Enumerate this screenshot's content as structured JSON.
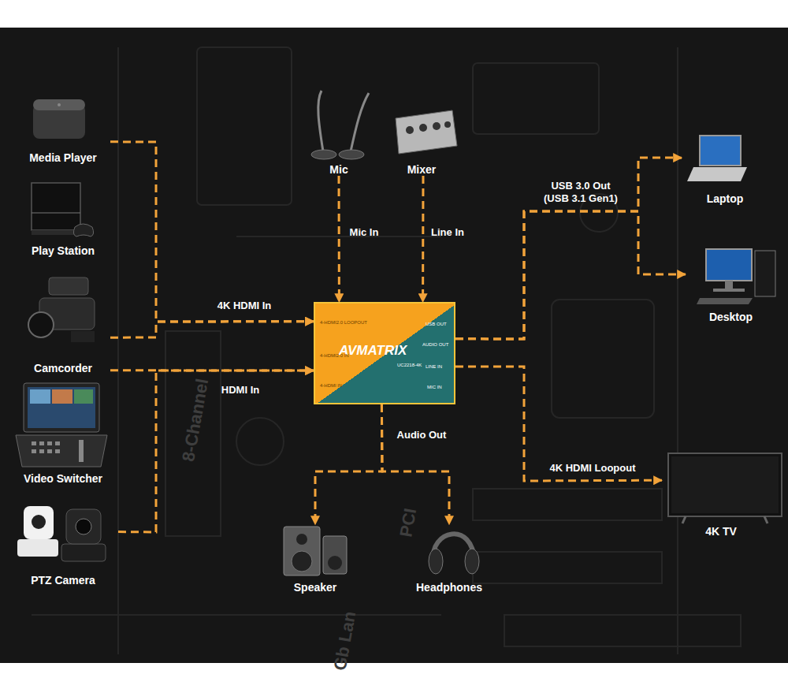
{
  "diagram": {
    "nodes": [
      {
        "text": [
          "Media Player"
        ]
      },
      {
        "text": [
          "Play Station"
        ]
      },
      {
        "text": [
          "Camcorder"
        ]
      },
      {
        "text": [
          "Video Switcher"
        ]
      },
      {
        "text": [
          "PTZ Camera"
        ]
      },
      {
        "text": [
          "Mic"
        ]
      },
      {
        "text": [
          "Mixer"
        ]
      },
      {
        "text": [
          "AVMATRIX",
          "UC2218-4K",
          "4-HDMI2.0 LOOPOUT",
          "4-HDMI2.0 IN",
          "4-HDMI IN",
          "USB OUT",
          "AUDIO OUT",
          "LINE IN",
          "MIC IN"
        ]
      },
      {
        "text": [
          "Laptop"
        ]
      },
      {
        "text": [
          "Desktop"
        ]
      },
      {
        "text": [
          "Speaker"
        ]
      },
      {
        "text": [
          "Headphones"
        ]
      },
      {
        "text": [
          "4K TV"
        ]
      }
    ],
    "edges": [
      {
        "from": 0,
        "to": 7,
        "arrow": "to",
        "label": "4K HDMI In"
      },
      {
        "from": 2,
        "to": 7,
        "arrow": "to"
      },
      {
        "from": 2,
        "to": 7,
        "arrow": "to",
        "label": "HDMI In"
      },
      {
        "from": 4,
        "to": 7,
        "arrow": "to"
      },
      {
        "from": 5,
        "to": 7,
        "arrow": "to",
        "label": "Mic In"
      },
      {
        "from": 6,
        "to": 7,
        "arrow": "to",
        "label": "Line In"
      },
      {
        "from": 7,
        "to": 8,
        "arrow": "to",
        "label": "USB 3.0 Out (USB 3.1 Gen1)"
      },
      {
        "from": 7,
        "to": 9,
        "arrow": "to"
      },
      {
        "from": 7,
        "to": 10,
        "arrow": "to",
        "label": "Audio Out"
      },
      {
        "from": 7,
        "to": 11,
        "arrow": "to"
      },
      {
        "from": 7,
        "to": 12,
        "arrow": "to",
        "label": "4K HDMI Loopout"
      }
    ],
    "labels": [
      "8-Channel",
      "Gb Lan",
      "PCI"
    ]
  }
}
